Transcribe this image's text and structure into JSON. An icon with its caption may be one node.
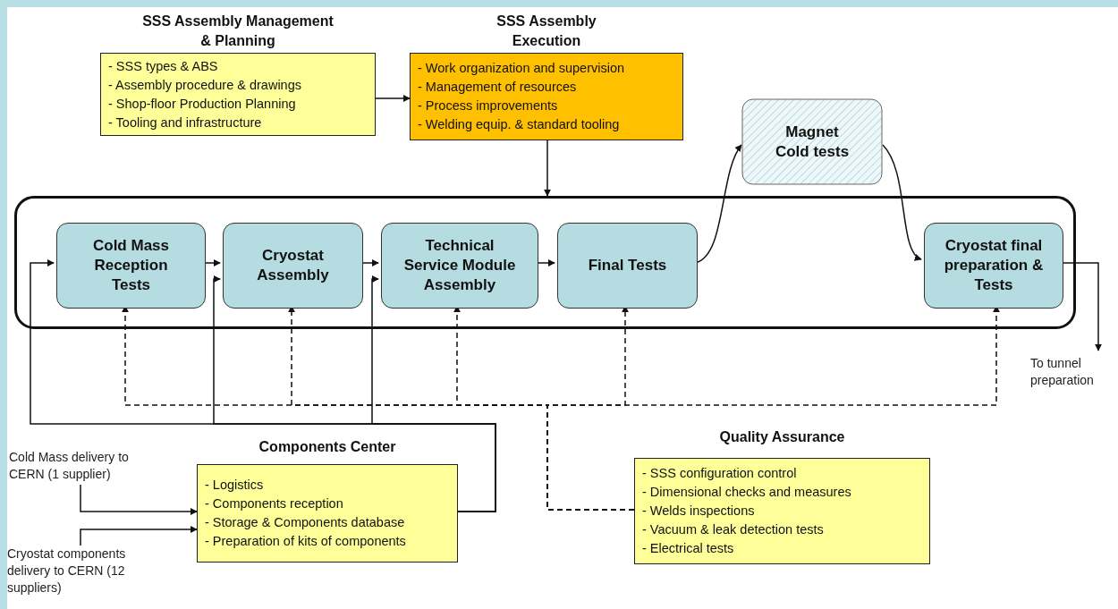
{
  "diagram": {
    "nodes": [
      {
        "text": [
          "SSS Assembly Management & Planning",
          "- SSS types & ABS",
          "- Assembly procedure & drawings",
          "- Shop-floor Production Planning",
          "- Tooling and infrastructure"
        ]
      },
      {
        "text": [
          "SSS Assembly Execution",
          "- Work organization and supervision",
          "- Management of resources",
          "- Process improvements",
          "- Welding equip. & standard tooling"
        ]
      },
      {
        "text": [
          "Magnet Cold tests"
        ]
      },
      {
        "text": [],
        "shape": "box"
      },
      {
        "text": [
          "Cold Mass Reception Tests"
        ],
        "in": 3
      },
      {
        "text": [
          "Cryostat Assembly"
        ],
        "in": 3
      },
      {
        "text": [
          "Technical Service Module Assembly"
        ],
        "in": 3
      },
      {
        "text": [
          "Final Tests"
        ],
        "in": 3
      },
      {
        "text": [
          "Cryostat final preparation & Tests"
        ],
        "in": 3
      },
      {
        "text": [
          "Components Center",
          "- Logistics",
          "- Components reception",
          "- Storage &  Components database",
          "- Preparation of kits of components"
        ]
      },
      {
        "text": [
          "Quality Assurance",
          "- SSS configuration control",
          "- Dimensional checks and measures",
          "- Welds inspections",
          "- Vacuum & leak detection tests",
          "- Electrical tests"
        ]
      },
      {
        "text": [
          "Cold Mass delivery to CERN (1 supplier)"
        ]
      },
      {
        "text": [
          "Cryostat components delivery to CERN (12 suppliers)"
        ]
      },
      {
        "text": [
          "To tunnel preparation"
        ]
      }
    ],
    "edges": [
      {
        "from": 0,
        "to": 1,
        "arrow": "to"
      },
      {
        "from": 1,
        "to": 3,
        "arrow": "to"
      },
      {
        "from": 4,
        "to": 5,
        "arrow": "to"
      },
      {
        "from": 5,
        "to": 6,
        "arrow": "to"
      },
      {
        "from": 6,
        "to": 7,
        "arrow": "to"
      },
      {
        "from": 7,
        "to": 2,
        "arrow": "to"
      },
      {
        "from": 2,
        "to": 8,
        "arrow": "to"
      },
      {
        "from": 8,
        "to": 13,
        "arrow": "to"
      },
      {
        "from": 11,
        "to": 9,
        "arrow": "to"
      },
      {
        "from": 12,
        "to": 9,
        "arrow": "to"
      },
      {
        "from": 9,
        "to": 4,
        "arrow": "to"
      },
      {
        "from": 9,
        "to": 5,
        "arrow": "to"
      },
      {
        "from": 9,
        "to": 6,
        "arrow": "to"
      },
      {
        "from": 10,
        "to": 4,
        "arrow": "to",
        "style": "dashed"
      },
      {
        "from": 10,
        "to": 5,
        "arrow": "to",
        "style": "dashed"
      },
      {
        "from": 10,
        "to": 6,
        "arrow": "to",
        "style": "dashed"
      },
      {
        "from": 10,
        "to": 7,
        "arrow": "to",
        "style": "dashed"
      },
      {
        "from": 10,
        "to": 8,
        "arrow": "to",
        "style": "dashed"
      }
    ]
  }
}
